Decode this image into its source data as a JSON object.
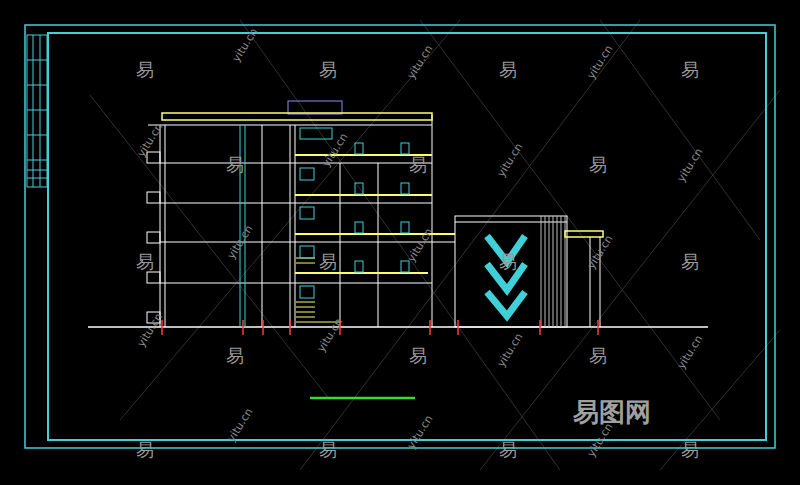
{
  "diagram": {
    "labels": [
      "易",
      "易",
      "易",
      "易",
      "易",
      "易",
      "易",
      "易",
      "易",
      "易",
      "易",
      "易",
      "易",
      "易",
      "易",
      "易",
      "易",
      "易",
      "yitu.cn",
      "yitu.cn",
      "yitu.cn",
      "yitu.cn",
      "yitu.cn",
      "yitu.cn",
      "yitu.cn",
      "yitu.cn",
      "yitu.cn",
      "yitu.cn",
      "yitu.cn",
      "yitu.cn",
      "yitu.cn",
      "yitu.cn",
      "yitu.cn",
      "yitu.cn",
      "yitu.cn",
      "易图网"
    ]
  }
}
